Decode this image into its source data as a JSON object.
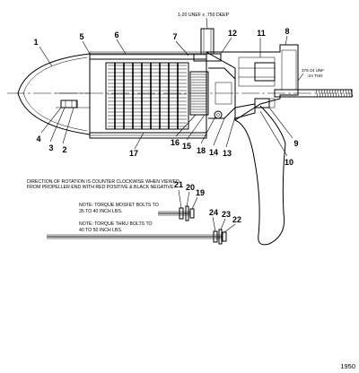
{
  "callouts": [
    "1",
    "2",
    "3",
    "4",
    "5",
    "6",
    "7",
    "8",
    "9",
    "10",
    "11",
    "12",
    "13",
    "14",
    "15",
    "16",
    "17",
    "18",
    "19",
    "20",
    "21",
    "22",
    "23",
    "24"
  ],
  "top_label": "1-20 UNEF x .750 DEEP",
  "thread_label": [
    "375-24 UNF",
    "-2A THD"
  ],
  "rotation_note": [
    "DIRECTION OF ROTATION IS COUNTER CLOCKWISE WHEN VIEWED",
    "FROM PROPELLER END WITH RED POSITIVE & BLACK NEGATIVE."
  ],
  "mosfet_note": [
    "NOTE: TORQUE MOSFET BOLTS TO",
    "35 TO 40 INCH LBS."
  ],
  "thru_bolt_note": [
    "NOTE: TORQUE THRU BOLTS TO",
    "40 TO 50 INCH LBS."
  ],
  "figure_id": "1950"
}
